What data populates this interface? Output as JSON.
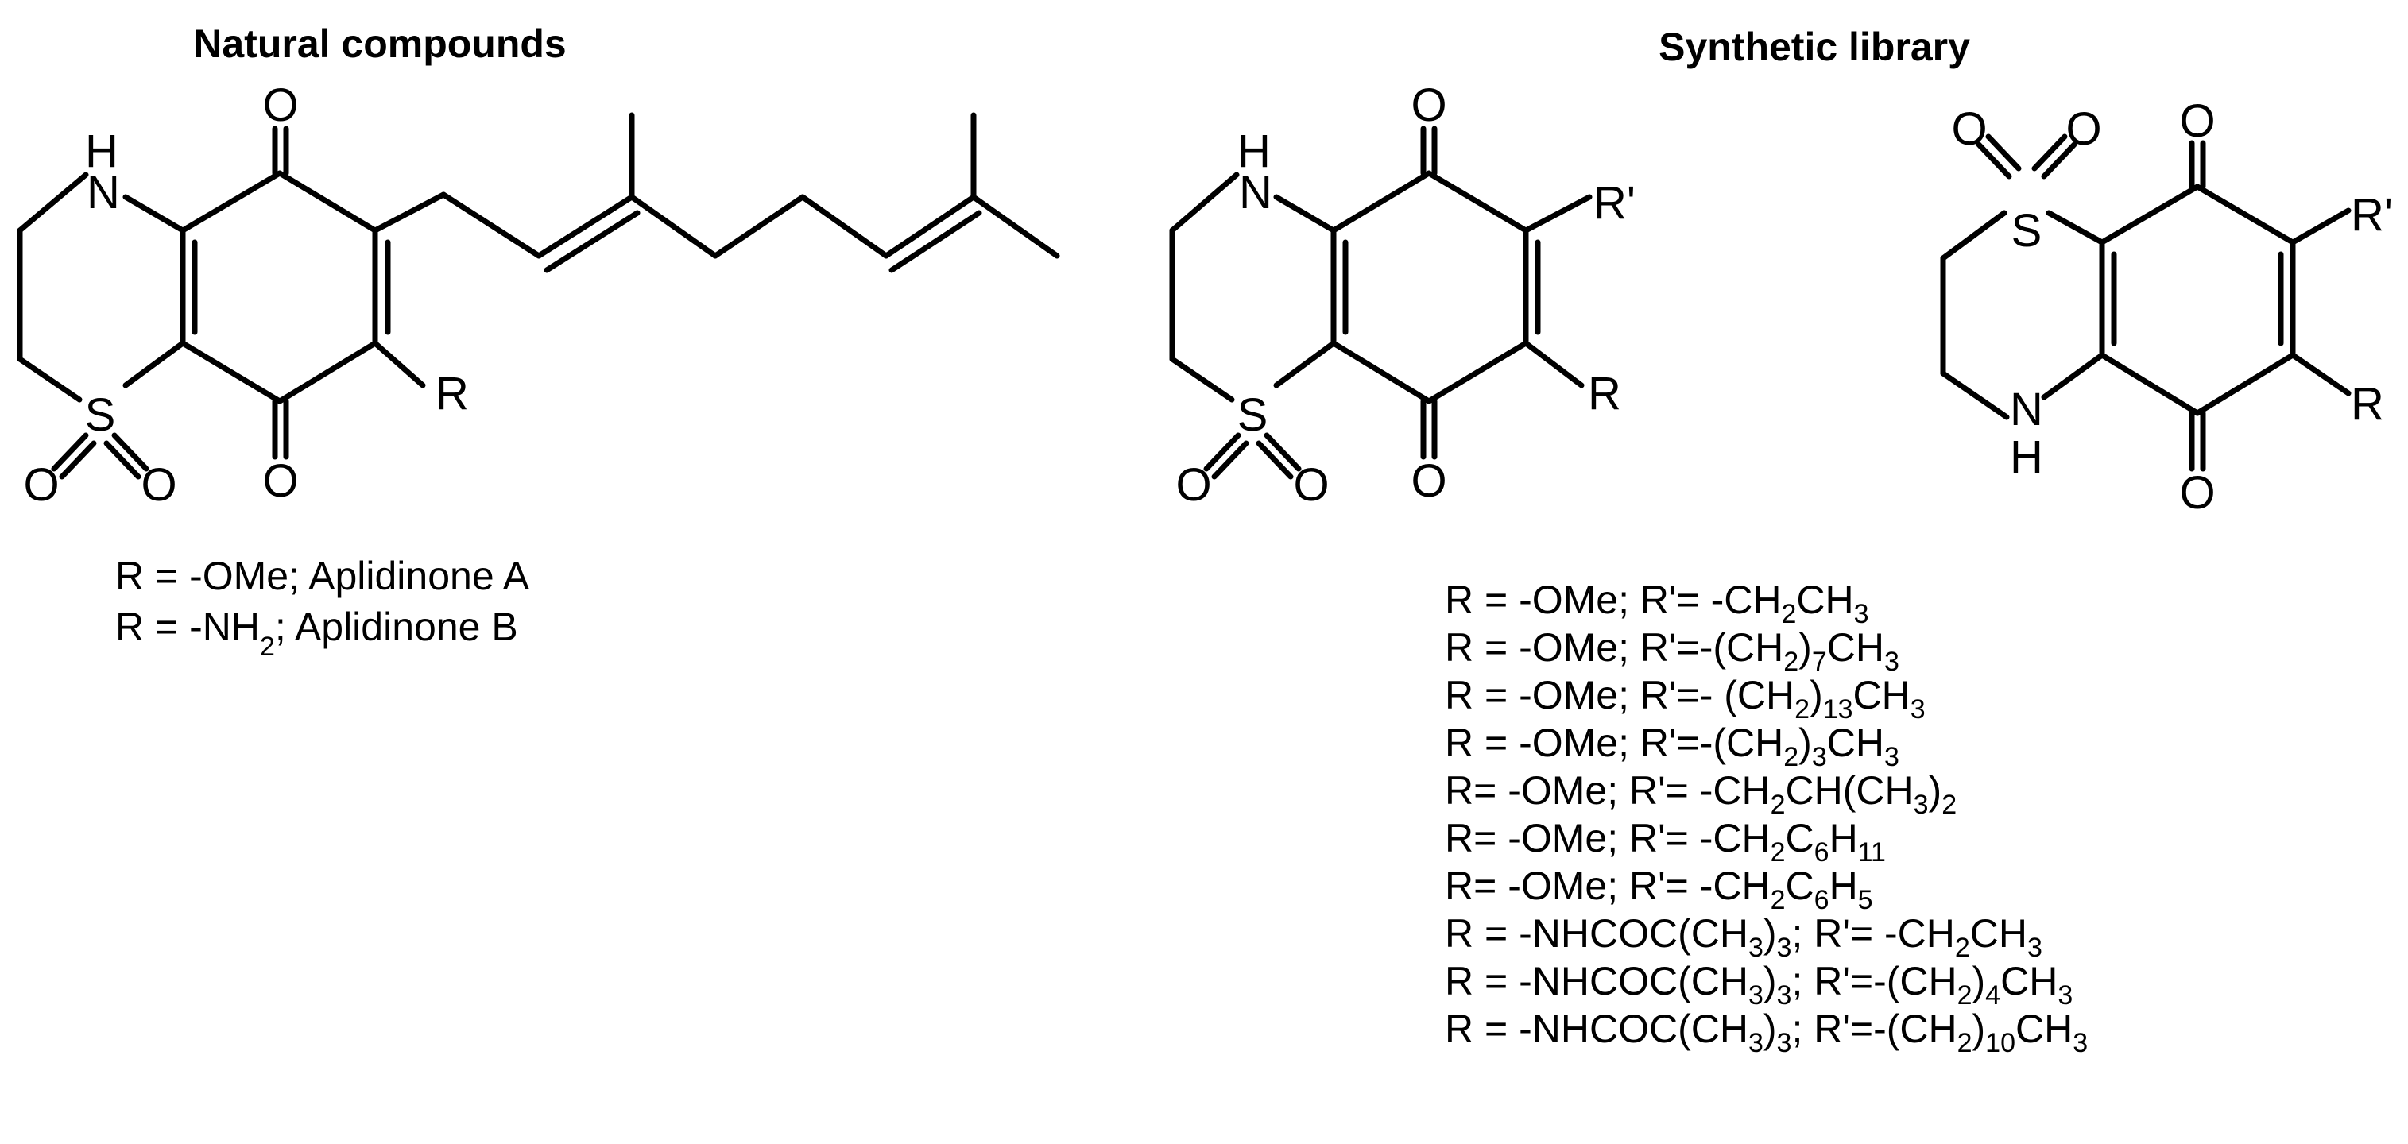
{
  "headings": {
    "natural": "Natural compounds",
    "synthetic": "Synthetic library"
  },
  "atoms": {
    "H": "H",
    "N": "N",
    "S": "S",
    "O": "O",
    "R": "R",
    "R_prime": "R'"
  },
  "natural_captions": [
    {
      "pre": "R = -OMe; Aplidinone A",
      "sub": "",
      "post": ""
    },
    {
      "pre": "R = -NH",
      "sub": "2",
      "post": ";  Aplidinone B"
    }
  ],
  "synthetic_captions": [
    [
      {
        "t": "R = -OMe;  R'= -CH"
      },
      {
        "t": "2",
        "sub": true
      },
      {
        "t": "CH"
      },
      {
        "t": "3",
        "sub": true
      }
    ],
    [
      {
        "t": "R = -OMe;  R'=-(CH"
      },
      {
        "t": "2",
        "sub": true
      },
      {
        "t": ")"
      },
      {
        "t": "7",
        "sub": true
      },
      {
        "t": "CH"
      },
      {
        "t": "3",
        "sub": true
      }
    ],
    [
      {
        "t": "R = -OMe;  R'=- (CH"
      },
      {
        "t": "2",
        "sub": true
      },
      {
        "t": ")"
      },
      {
        "t": "13",
        "sub": true
      },
      {
        "t": "CH"
      },
      {
        "t": "3",
        "sub": true
      }
    ],
    [
      {
        "t": "R = -OMe;  R'=-(CH"
      },
      {
        "t": "2",
        "sub": true
      },
      {
        "t": ")"
      },
      {
        "t": "3",
        "sub": true
      },
      {
        "t": "CH"
      },
      {
        "t": "3",
        "sub": true
      }
    ],
    [
      {
        "t": "R= -OMe;   R'= -CH"
      },
      {
        "t": "2",
        "sub": true
      },
      {
        "t": "CH(CH"
      },
      {
        "t": "3",
        "sub": true
      },
      {
        "t": ")"
      },
      {
        "t": "2",
        "sub": true
      }
    ],
    [
      {
        "t": "R= -OMe;   R'= -CH"
      },
      {
        "t": "2",
        "sub": true
      },
      {
        "t": "C"
      },
      {
        "t": "6",
        "sub": true
      },
      {
        "t": "H"
      },
      {
        "t": "11",
        "sub": true
      }
    ],
    [
      {
        "t": "R= -OMe;   R'= -CH"
      },
      {
        "t": "2",
        "sub": true
      },
      {
        "t": "C"
      },
      {
        "t": "6",
        "sub": true
      },
      {
        "t": "H"
      },
      {
        "t": "5",
        "sub": true
      }
    ],
    [
      {
        "t": "R = -NHCOC(CH"
      },
      {
        "t": "3",
        "sub": true
      },
      {
        "t": ")"
      },
      {
        "t": "3",
        "sub": true
      },
      {
        "t": ";  R'= -CH"
      },
      {
        "t": "2",
        "sub": true
      },
      {
        "t": "CH"
      },
      {
        "t": "3",
        "sub": true
      }
    ],
    [
      {
        "t": "R = -NHCOC(CH"
      },
      {
        "t": "3",
        "sub": true
      },
      {
        "t": ")"
      },
      {
        "t": "3",
        "sub": true
      },
      {
        "t": ";  R'=-(CH"
      },
      {
        "t": "2",
        "sub": true
      },
      {
        "t": ")"
      },
      {
        "t": "4",
        "sub": true
      },
      {
        "t": "CH"
      },
      {
        "t": "3",
        "sub": true
      }
    ],
    [
      {
        "t": "R = -NHCOC(CH"
      },
      {
        "t": "3",
        "sub": true
      },
      {
        "t": ")"
      },
      {
        "t": "3",
        "sub": true
      },
      {
        "t": ";  R'=-(CH"
      },
      {
        "t": "2",
        "sub": true
      },
      {
        "t": ")"
      },
      {
        "t": "10",
        "sub": true
      },
      {
        "t": "CH"
      },
      {
        "t": "3",
        "sub": true
      }
    ]
  ]
}
